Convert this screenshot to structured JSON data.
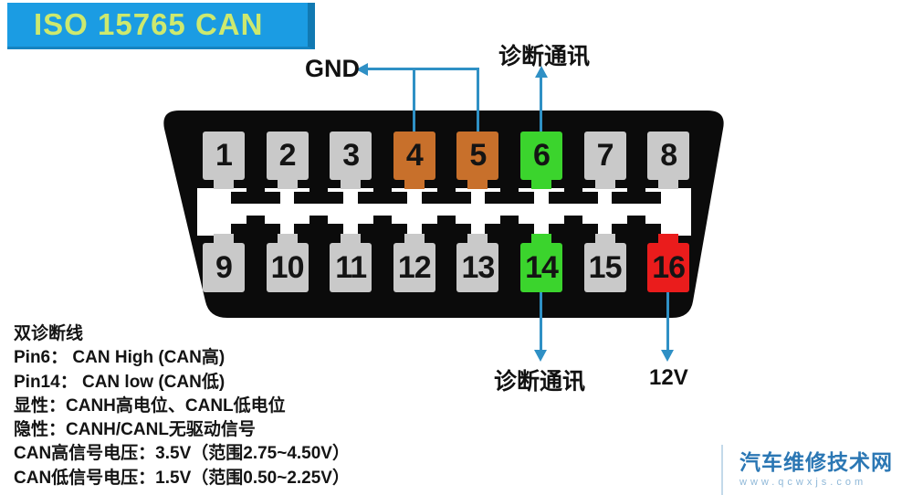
{
  "title": "ISO 15765 CAN",
  "colors": {
    "title_bg": "#1b9ce3",
    "title_text": "#cde96e",
    "title_edge": "#1179b2",
    "title_edge2": "#1583c0",
    "body": "#0b0b0b",
    "pin_gray": "#c9c9c9",
    "pin_orange": "#c8702b",
    "pin_green": "#3bd42d",
    "pin_red": "#ea1c1c",
    "leader": "#2f90c5",
    "watermark": "#2b77b4",
    "watermark_url": "#8fb8d8"
  },
  "labels": {
    "gnd": "GND",
    "diag_top": "诊断通讯",
    "diag_bottom": "诊断通讯",
    "v12": "12V"
  },
  "connector": {
    "pins": [
      {
        "num": "1",
        "row": "top",
        "col": 0,
        "color": "gray"
      },
      {
        "num": "2",
        "row": "top",
        "col": 1,
        "color": "gray"
      },
      {
        "num": "3",
        "row": "top",
        "col": 2,
        "color": "gray"
      },
      {
        "num": "4",
        "row": "top",
        "col": 3,
        "color": "orange"
      },
      {
        "num": "5",
        "row": "top",
        "col": 4,
        "color": "orange"
      },
      {
        "num": "6",
        "row": "top",
        "col": 5,
        "color": "green"
      },
      {
        "num": "7",
        "row": "top",
        "col": 6,
        "color": "gray"
      },
      {
        "num": "8",
        "row": "top",
        "col": 7,
        "color": "gray"
      },
      {
        "num": "9",
        "row": "bottom",
        "col": 0,
        "color": "gray"
      },
      {
        "num": "10",
        "row": "bottom",
        "col": 1,
        "color": "gray"
      },
      {
        "num": "11",
        "row": "bottom",
        "col": 2,
        "color": "gray"
      },
      {
        "num": "12",
        "row": "bottom",
        "col": 3,
        "color": "gray"
      },
      {
        "num": "13",
        "row": "bottom",
        "col": 4,
        "color": "gray"
      },
      {
        "num": "14",
        "row": "bottom",
        "col": 5,
        "color": "green"
      },
      {
        "num": "15",
        "row": "bottom",
        "col": 6,
        "color": "gray"
      },
      {
        "num": "16",
        "row": "bottom",
        "col": 7,
        "color": "red"
      }
    ]
  },
  "notes": {
    "lines": [
      "双诊断线",
      "Pin6：  CAN High (CAN高)",
      "Pin14： CAN low  (CAN低)",
      "显性：CANH高电位、CANL低电位",
      "隐性：CANH/CANL无驱动信号",
      "CAN高信号电压：3.5V（范围2.75~4.50V）",
      "CAN低信号电压：1.5V（范围0.50~2.25V）"
    ]
  },
  "watermark": {
    "name": "汽车维修技术网",
    "url": "www.qcwxjs.com"
  }
}
